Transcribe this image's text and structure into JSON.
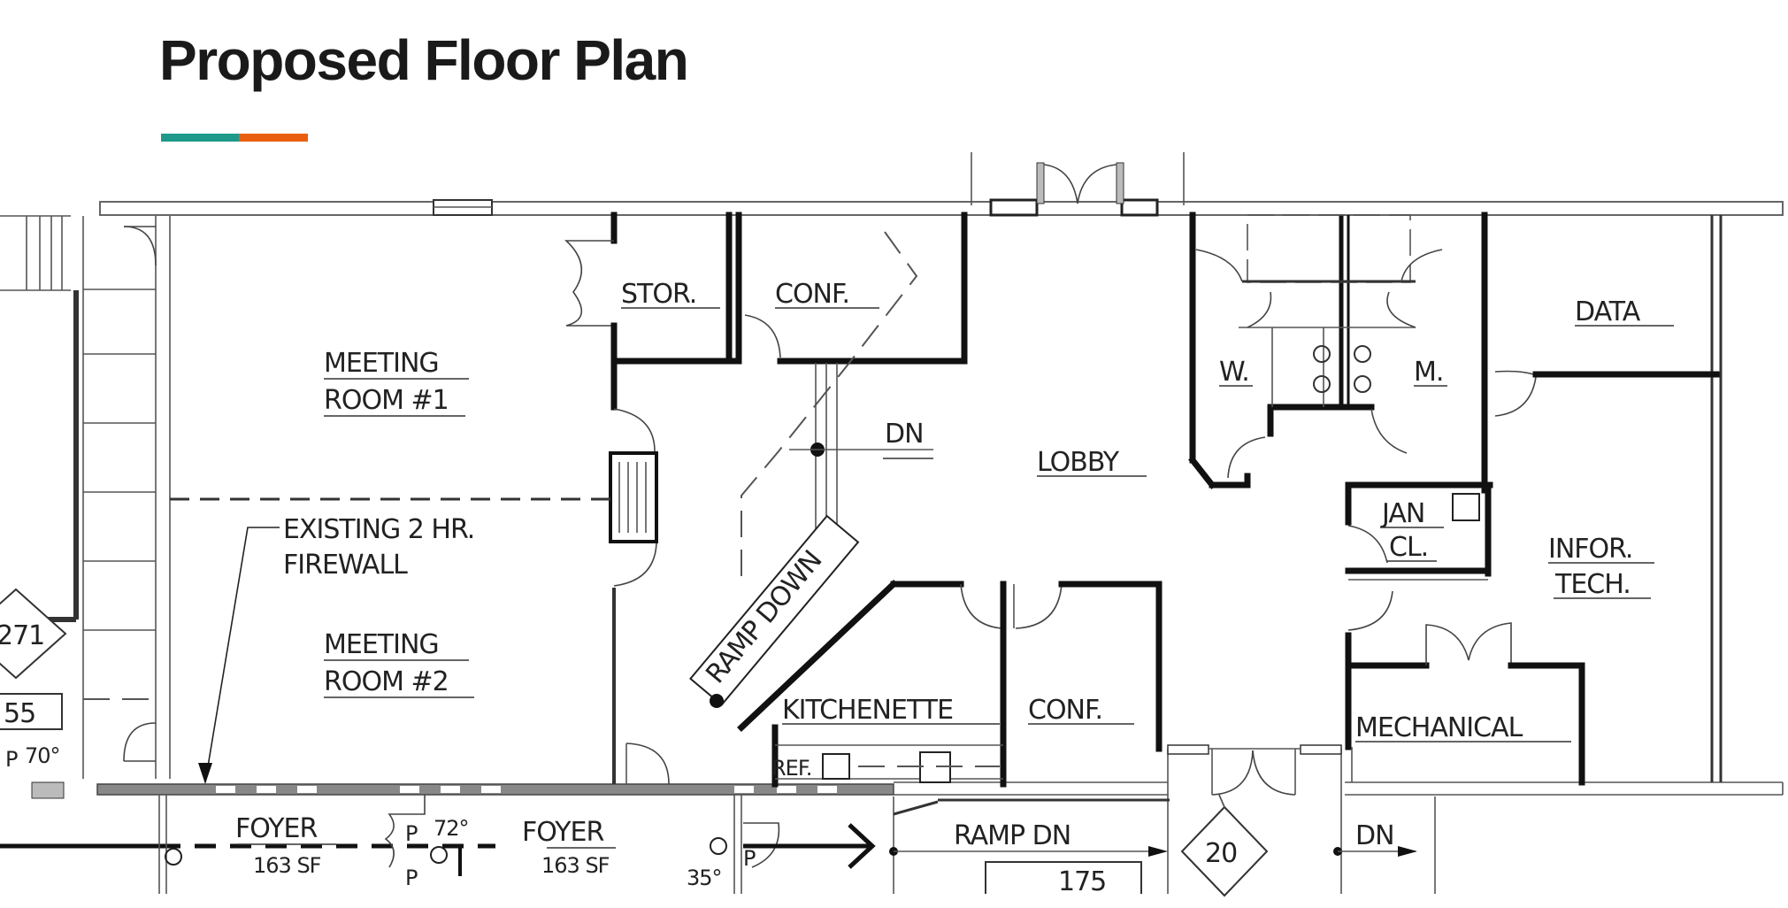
{
  "slide": {
    "title": "Proposed Floor Plan",
    "accent_colors": {
      "teal": "#1f9a8a",
      "orange": "#e8600f"
    }
  },
  "floor_plan": {
    "rooms": {
      "meeting_room_1": [
        "MEETING",
        "ROOM #1"
      ],
      "meeting_room_2": [
        "MEETING",
        "ROOM #2"
      ],
      "storage": "STOR.",
      "conf_upper": "CONF.",
      "lobby": "LOBBY",
      "womens_restroom": "W.",
      "mens_restroom": "M.",
      "data": "DATA",
      "janitor_closet": [
        "JAN",
        "CL."
      ],
      "info_tech": [
        "INFOR.",
        "TECH."
      ],
      "kitchenette": "KITCHENETTE",
      "conf_lower": "CONF.",
      "mechanical": "MECHANICAL",
      "refrigerator": "REF."
    },
    "annotations": {
      "firewall_note": [
        "EXISTING 2 HR.",
        "FIREWALL"
      ],
      "ramp_down": "RAMP DOWN",
      "dn_upper": "DN",
      "ramp_dn": "RAMP DN",
      "dn_right": "DN"
    },
    "foyers": [
      {
        "label": "FOYER",
        "area": "163 SF"
      },
      {
        "label": "FOYER",
        "area": "163 SF"
      }
    ],
    "markers": {
      "diamond_left": "271",
      "box_left": "55",
      "parking_left": "P",
      "angle_left": "70°",
      "parking_mid_top": "P",
      "angle_mid": "72°",
      "parking_mid_bottom": "P",
      "parking_right": "P",
      "angle_right": "35°",
      "diamond_right": "20",
      "box_ramp": "175"
    }
  }
}
